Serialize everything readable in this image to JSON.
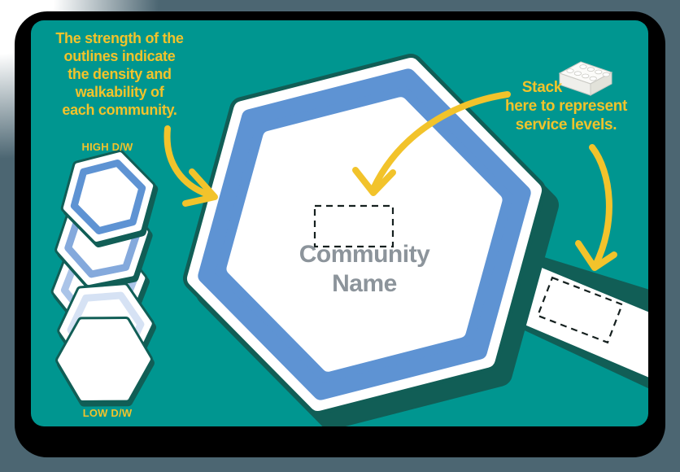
{
  "poster": {
    "title": "Community hexagon board",
    "background_color": "#009690",
    "frame_color": "#000000",
    "outer_backdrop_color": "#4c6672",
    "accent_yellow": "#f2c32b",
    "shadow_teal": "#115e56",
    "outline_blue_strong": "#5e93d3",
    "outline_blue_steps": [
      "#5e93d3",
      "#84a9dc",
      "#aac4e8",
      "#d6e2f4",
      "#ffffff"
    ],
    "name_text_gray": "#8c949b"
  },
  "annotations": {
    "outline_note": "The strength of the\noutlines indicate\nthe density and\nwalkability of\neach community.",
    "stack_note": {
      "line1": "Stack",
      "line2": "here to represent",
      "line3": "service levels."
    }
  },
  "density_scale": {
    "high_label": "HIGH D/W",
    "low_label": "LOW D/W",
    "steps": 5
  },
  "community": {
    "name": "Community\nName"
  },
  "icons": {
    "brick": "lego-brick-icon",
    "arrows": "curved-arrow-icon"
  }
}
